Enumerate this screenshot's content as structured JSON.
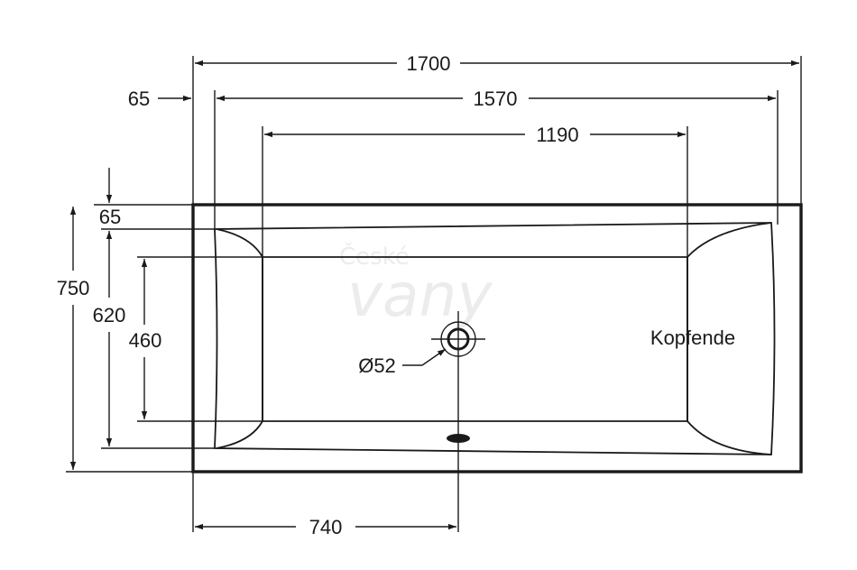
{
  "watermark": {
    "line1": "České",
    "line2": "vany"
  },
  "dimensions": {
    "overall_length": "1700",
    "inner_length": "1570",
    "bottom_length": "1190",
    "rim_offset": "65",
    "overall_width": "750",
    "inner_width": "620",
    "bottom_width": "460",
    "rim_offset_side": "65",
    "drain_position": "740",
    "drain_diameter": "Ø52"
  },
  "labels": {
    "head_end": "Kopfende"
  }
}
